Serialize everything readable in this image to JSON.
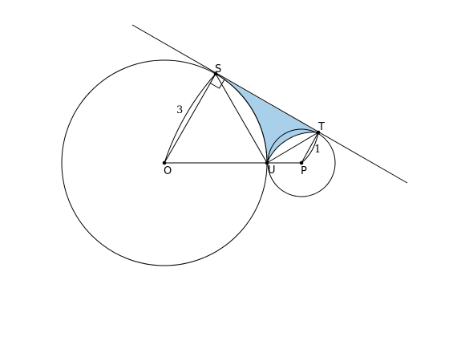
{
  "figure": {
    "points": {
      "O": "O",
      "S": "S",
      "T": "T",
      "U": "U",
      "P": "P"
    },
    "lengths": {
      "OS": "3",
      "PT": "1"
    },
    "colors": {
      "stroke": "#000000",
      "shaded_region": "#a8d0ea"
    }
  }
}
